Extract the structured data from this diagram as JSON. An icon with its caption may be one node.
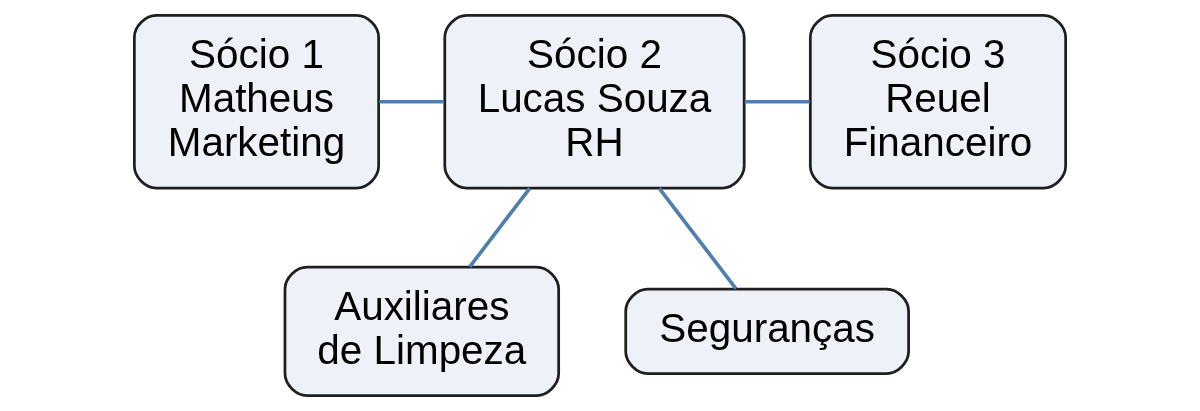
{
  "diagram": {
    "nodes": [
      {
        "text": [
          "Sócio 1 Matheus Marketing"
        ]
      },
      {
        "text": [
          "Sócio 2 Lucas Souza RH"
        ]
      },
      {
        "text": [
          "Sócio 3 Reuel Financeiro"
        ]
      },
      {
        "text": [
          "Auxiliares de Limpeza"
        ]
      },
      {
        "text": [
          "Seguranças"
        ]
      }
    ],
    "edges": [
      {
        "from": 0,
        "to": 1,
        "arrow": "none"
      },
      {
        "from": 1,
        "to": 2,
        "arrow": "none"
      },
      {
        "from": 1,
        "to": 3,
        "arrow": "none"
      },
      {
        "from": 1,
        "to": 4,
        "arrow": "none"
      }
    ]
  }
}
